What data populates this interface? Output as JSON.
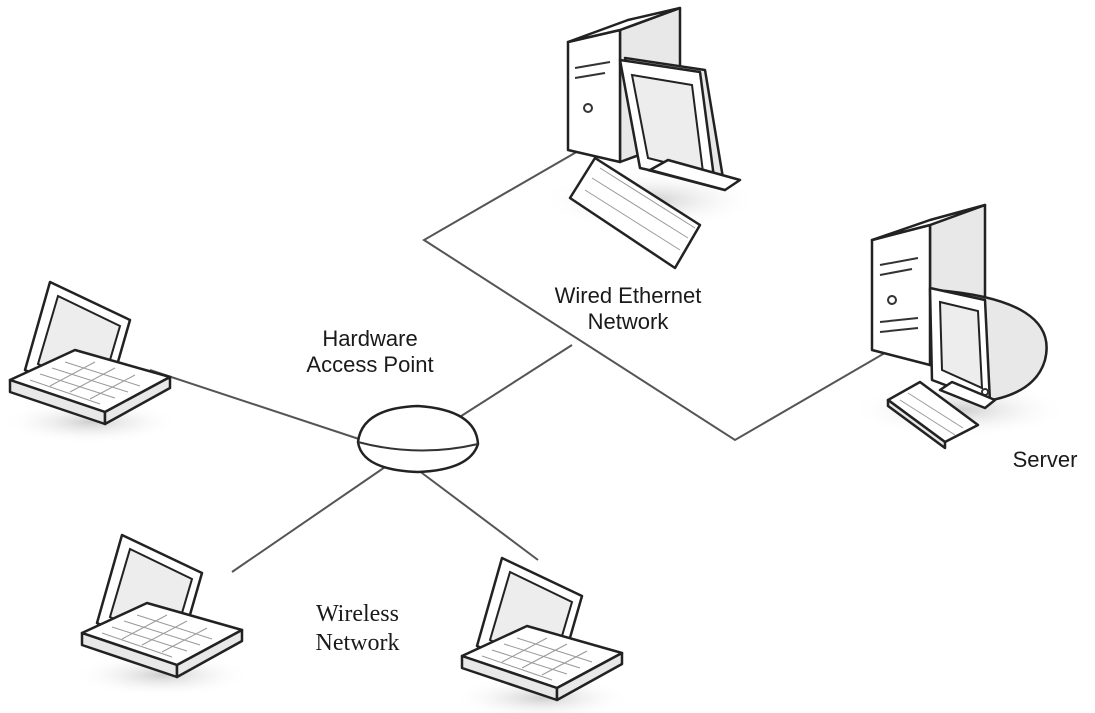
{
  "labels": {
    "wired_network_line1": "Wired Ethernet",
    "wired_network_line2": "Network",
    "access_point_line1": "Hardware",
    "access_point_line2": "Access Point",
    "server": "Server",
    "wireless_network_line1": "Wireless",
    "wireless_network_line2": "Network"
  },
  "colors": {
    "line": "#555555",
    "outline": "#222222",
    "screen": "#ededed"
  },
  "icons": [
    "desktop-workstation-icon",
    "server-icon",
    "access-point-icon",
    "laptop-icon"
  ]
}
